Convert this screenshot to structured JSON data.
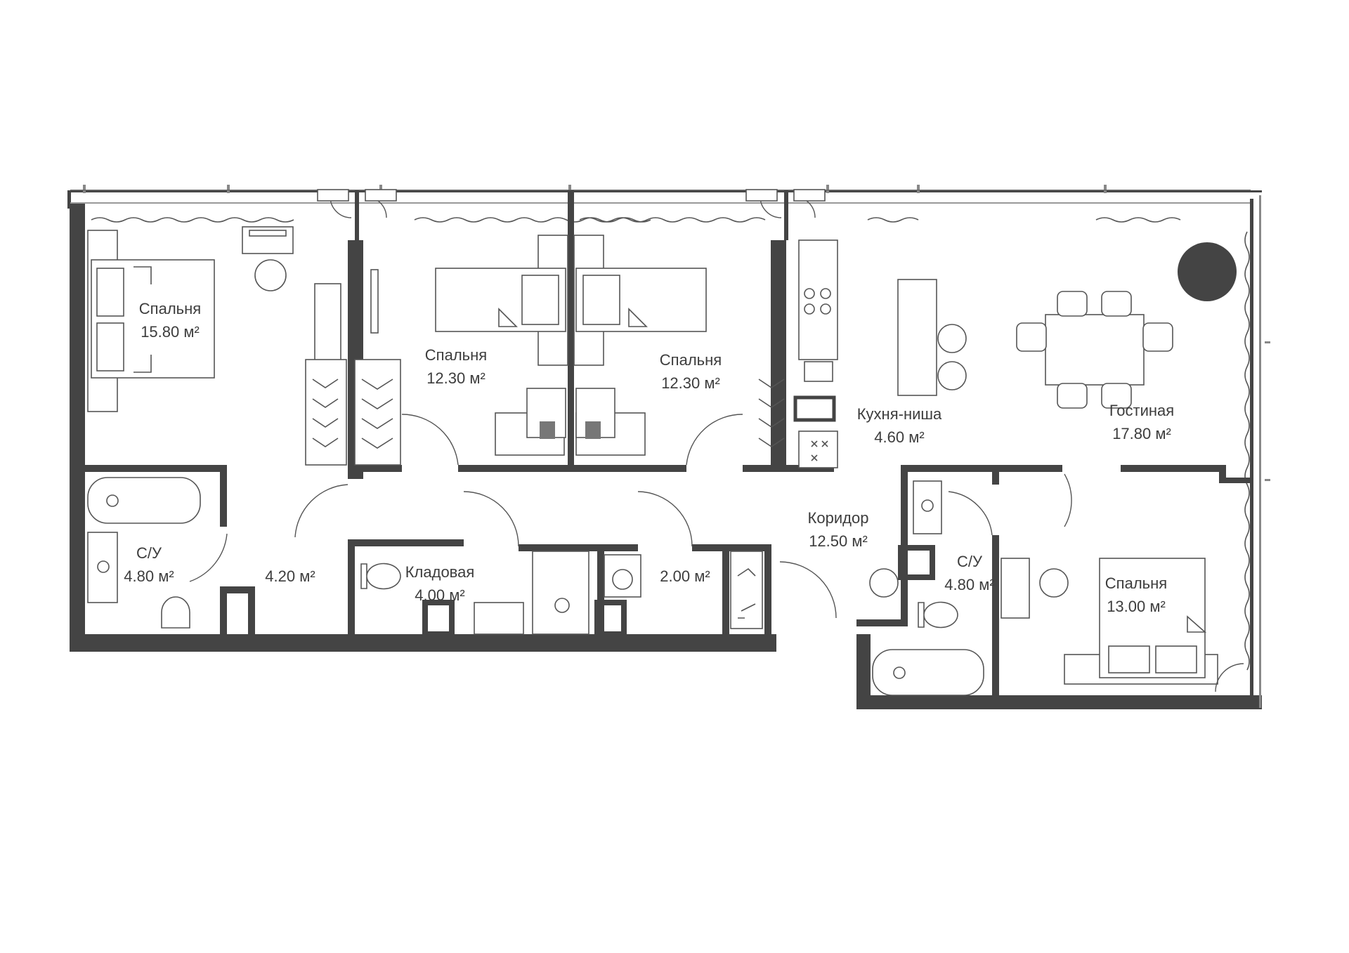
{
  "colors": {
    "wall": "#444444",
    "line": "#555555",
    "text": "#3d3d3d",
    "background": "#ffffff"
  },
  "area_unit": "м²",
  "rooms": [
    {
      "id": "bedroom1",
      "name": "Спальня",
      "area": "15.80 м²"
    },
    {
      "id": "bedroom2",
      "name": "Спальня",
      "area": "12.30 м²"
    },
    {
      "id": "bedroom3",
      "name": "Спальня",
      "area": "12.30 м²"
    },
    {
      "id": "kitchen",
      "name": "Кухня-ниша",
      "area": "4.60 м²"
    },
    {
      "id": "living",
      "name": "Гостиная",
      "area": "17.80 м²"
    },
    {
      "id": "bath1",
      "name": "С/У",
      "area": "4.80 м²"
    },
    {
      "id": "hall1",
      "name": "",
      "area": "4.20 м²"
    },
    {
      "id": "storage",
      "name": "Кладовая",
      "area": "4.00 м²"
    },
    {
      "id": "laundry",
      "name": "",
      "area": "2.00 м²"
    },
    {
      "id": "corridor",
      "name": "Коридор",
      "area": "12.50 м²"
    },
    {
      "id": "bath2",
      "name": "С/У",
      "area": "4.80 м²"
    },
    {
      "id": "bedroom4",
      "name": "Спальня",
      "area": "13.00 м²"
    }
  ],
  "icons": [
    "bed-icon",
    "wardrobe-icon",
    "hanger-icon",
    "desk-icon",
    "chair-icon",
    "bathtub-icon",
    "sink-icon",
    "toilet-icon",
    "washing-machine-icon",
    "stove-icon",
    "dining-table-icon",
    "plant-icon",
    "window-icon",
    "door-icon",
    "curtain-icon"
  ]
}
